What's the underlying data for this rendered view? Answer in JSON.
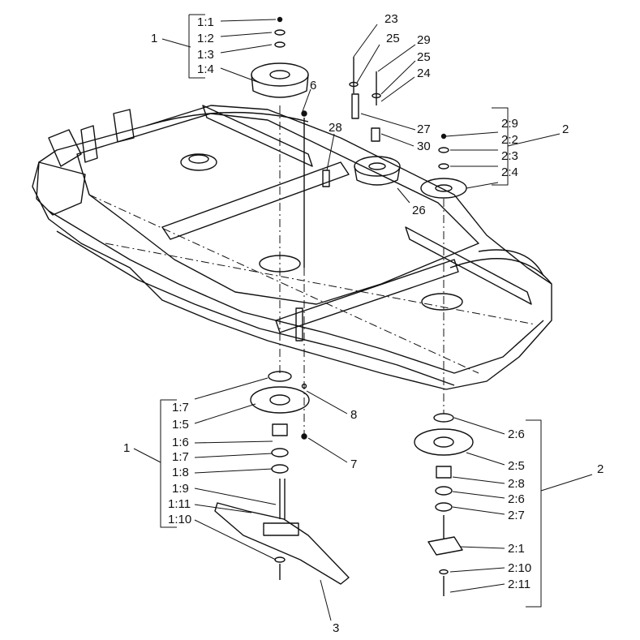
{
  "callouts": {
    "g1_top": "1",
    "c1_1": "1:1",
    "c1_2": "1:2",
    "c1_3": "1:3",
    "c1_4": "1:4",
    "c6": "6",
    "c23": "23",
    "c25a": "25",
    "c29": "29",
    "c25b": "25",
    "c24": "24",
    "c27": "27",
    "c28": "28",
    "c30": "30",
    "c26": "26",
    "c2_9": "2:9",
    "c2_2": "2:2",
    "c2_3": "2:3",
    "c2_4": "2:4",
    "g2_top": "2",
    "c1_7a": "1:7",
    "c1_5": "1:5",
    "c1_6": "1:6",
    "c1_7b": "1:7",
    "c1_8": "1:8",
    "c1_9": "1:9",
    "c1_11": "1:11",
    "c1_10": "1:10",
    "g1_bottom": "1",
    "c8": "8",
    "c7": "7",
    "c3": "3",
    "c2_6a": "2:6",
    "c2_5": "2:5",
    "c2_8": "2:8",
    "c2_6b": "2:6",
    "c2_7": "2:7",
    "c2_1": "2:1",
    "c2_10": "2:10",
    "c2_11": "2:11",
    "g2_bottom": "2"
  }
}
